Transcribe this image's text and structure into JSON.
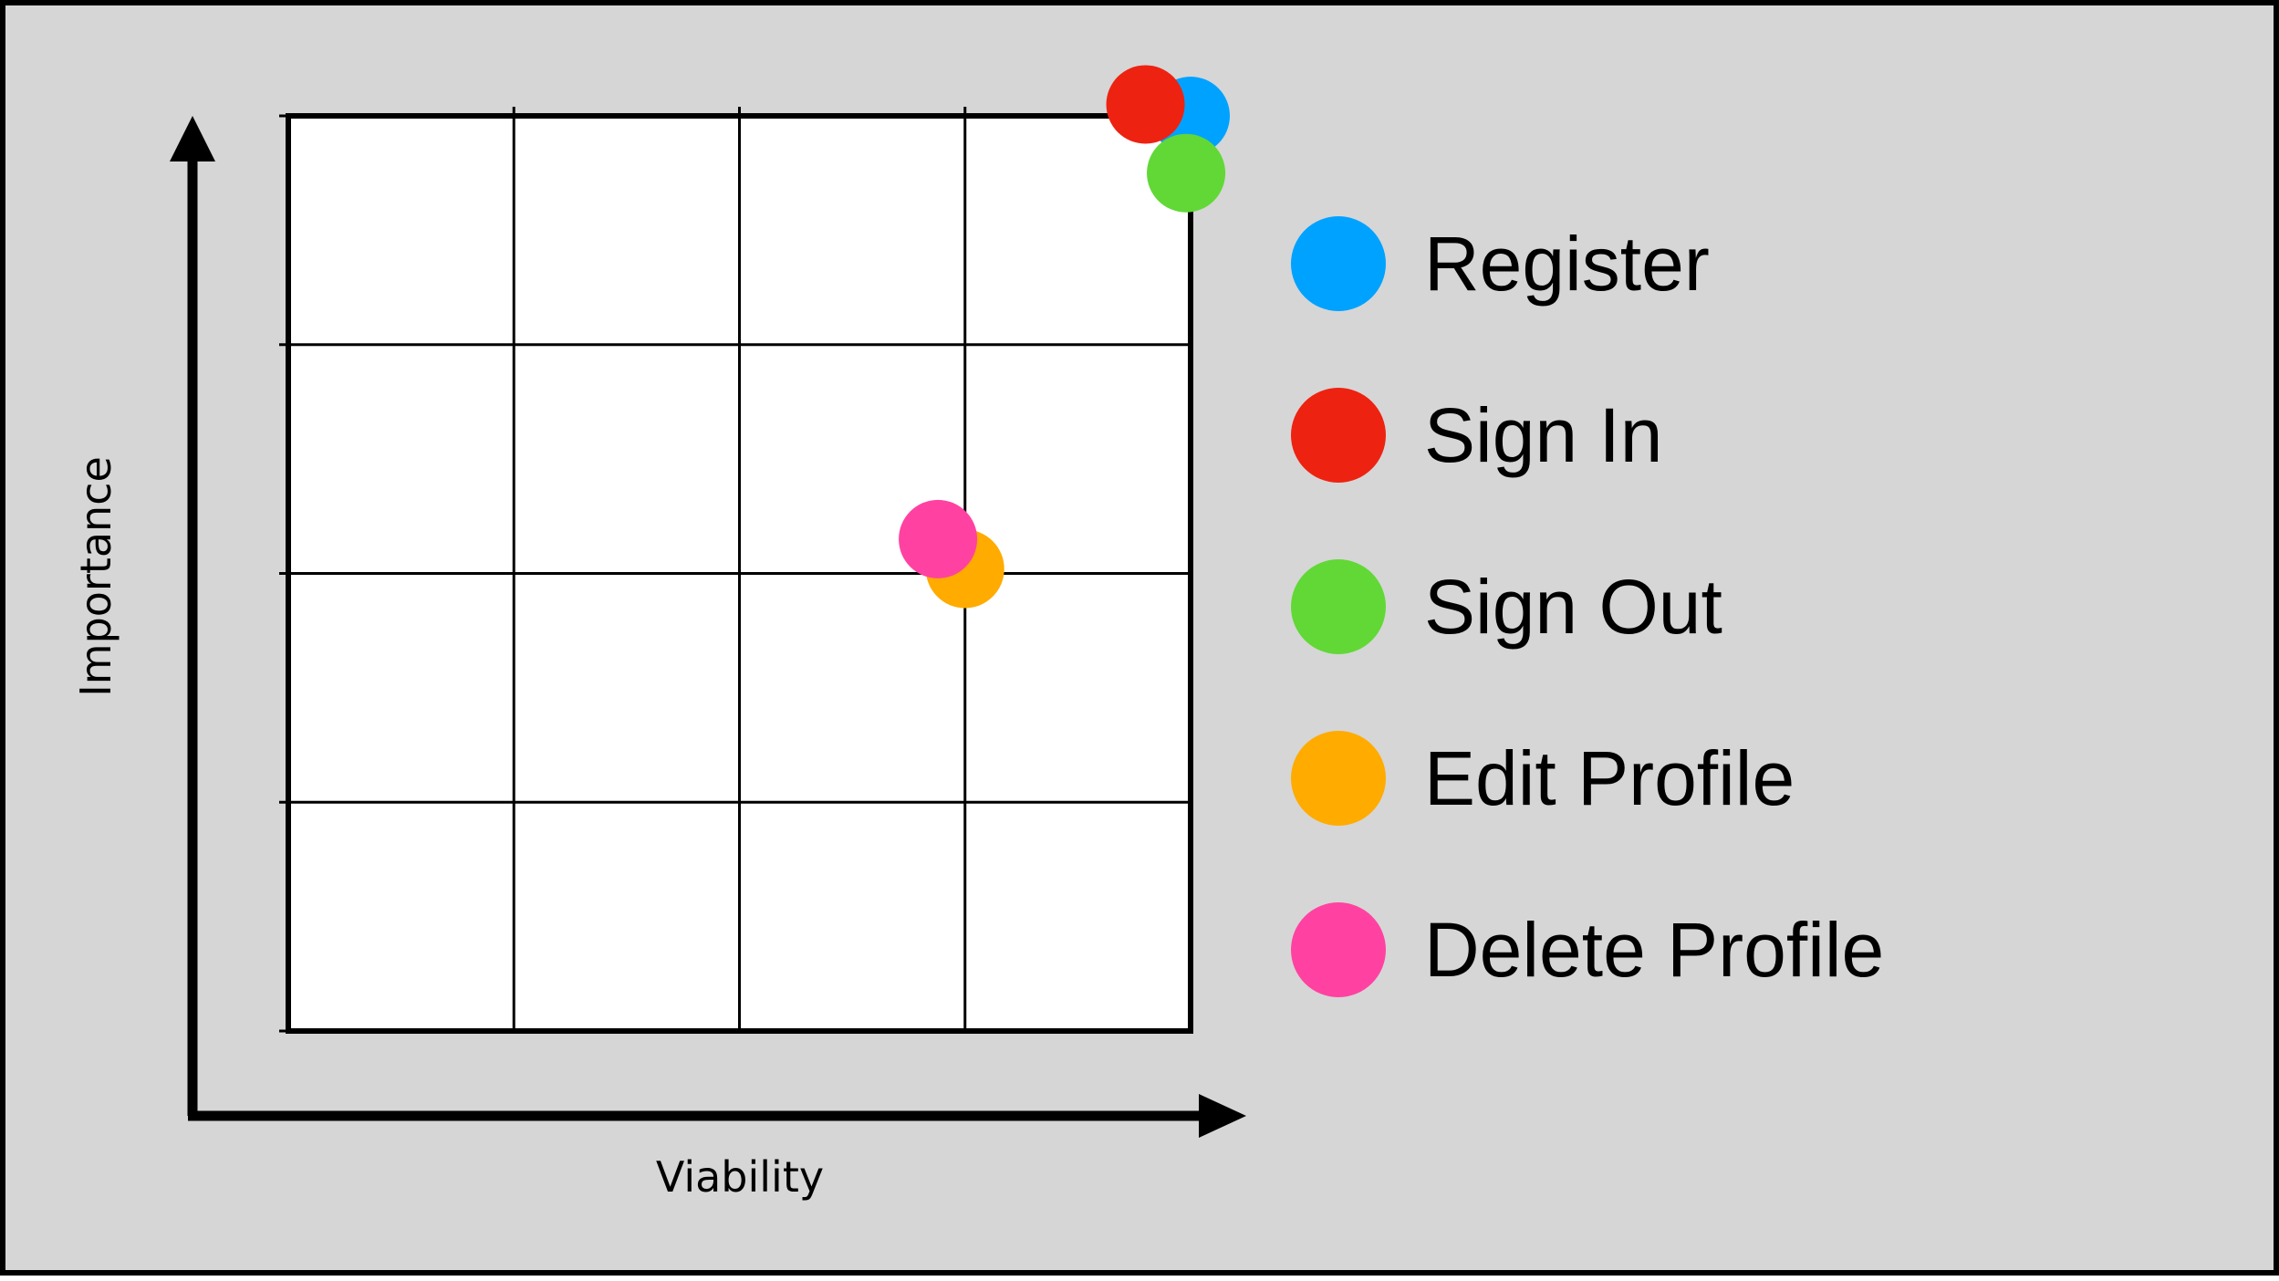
{
  "chart_data": {
    "type": "scatter",
    "title": "",
    "xlabel": "Viability",
    "ylabel": "Importance",
    "xlim": [
      0,
      4
    ],
    "ylim": [
      0,
      4
    ],
    "grid": true,
    "legend_position": "right",
    "series": [
      {
        "name": "Register",
        "color": "#00a2ff",
        "x": [
          4.0
        ],
        "y": [
          4.0
        ]
      },
      {
        "name": "Sign In",
        "color": "#ee2211",
        "x": [
          3.8
        ],
        "y": [
          4.05
        ]
      },
      {
        "name": "Sign Out",
        "color": "#61d836",
        "x": [
          3.98
        ],
        "y": [
          3.75
        ]
      },
      {
        "name": "Edit Profile",
        "color": "#ffab00",
        "x": [
          3.0
        ],
        "y": [
          2.02
        ]
      },
      {
        "name": "Delete Profile",
        "color": "#ff42a1",
        "x": [
          2.88
        ],
        "y": [
          2.15
        ]
      }
    ]
  }
}
